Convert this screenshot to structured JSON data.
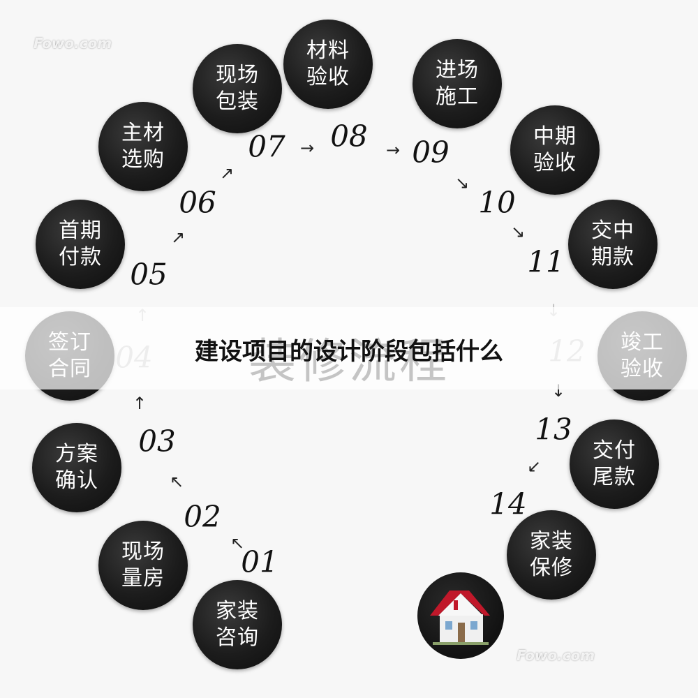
{
  "logo_top": "Fowo.com",
  "logo_bottom": "Fowo.com",
  "watermark_title": "装修流程",
  "headline": "建设项目的设计阶段包括什么",
  "steps": [
    {
      "num": "01",
      "line1": "家装",
      "line2": "咨询"
    },
    {
      "num": "02",
      "line1": "现场",
      "line2": "量房"
    },
    {
      "num": "03",
      "line1": "方案",
      "line2": "确认"
    },
    {
      "num": "04",
      "line1": "签订",
      "line2": "合同"
    },
    {
      "num": "05",
      "line1": "首期",
      "line2": "付款"
    },
    {
      "num": "06",
      "line1": "主材",
      "line2": "选购"
    },
    {
      "num": "07",
      "line1": "现场",
      "line2": "包装"
    },
    {
      "num": "08",
      "line1": "材料",
      "line2": "验收"
    },
    {
      "num": "09",
      "line1": "进场",
      "line2": "施工"
    },
    {
      "num": "10",
      "line1": "中期",
      "line2": "验收"
    },
    {
      "num": "11",
      "line1": "交中",
      "line2": "期款"
    },
    {
      "num": "12",
      "line1": "竣工",
      "line2": "验收"
    },
    {
      "num": "13",
      "line1": "交付",
      "line2": "尾款"
    },
    {
      "num": "14",
      "line1": "家装",
      "line2": "保修"
    }
  ],
  "colors": {
    "circle": "#1c1c1c",
    "circle_text": "#ffffff",
    "number": "#111111",
    "faded": "#bdbdbd",
    "house_roof": "#c0182a",
    "house_wall": "#f0f0f0"
  },
  "house_icon": "house-icon"
}
